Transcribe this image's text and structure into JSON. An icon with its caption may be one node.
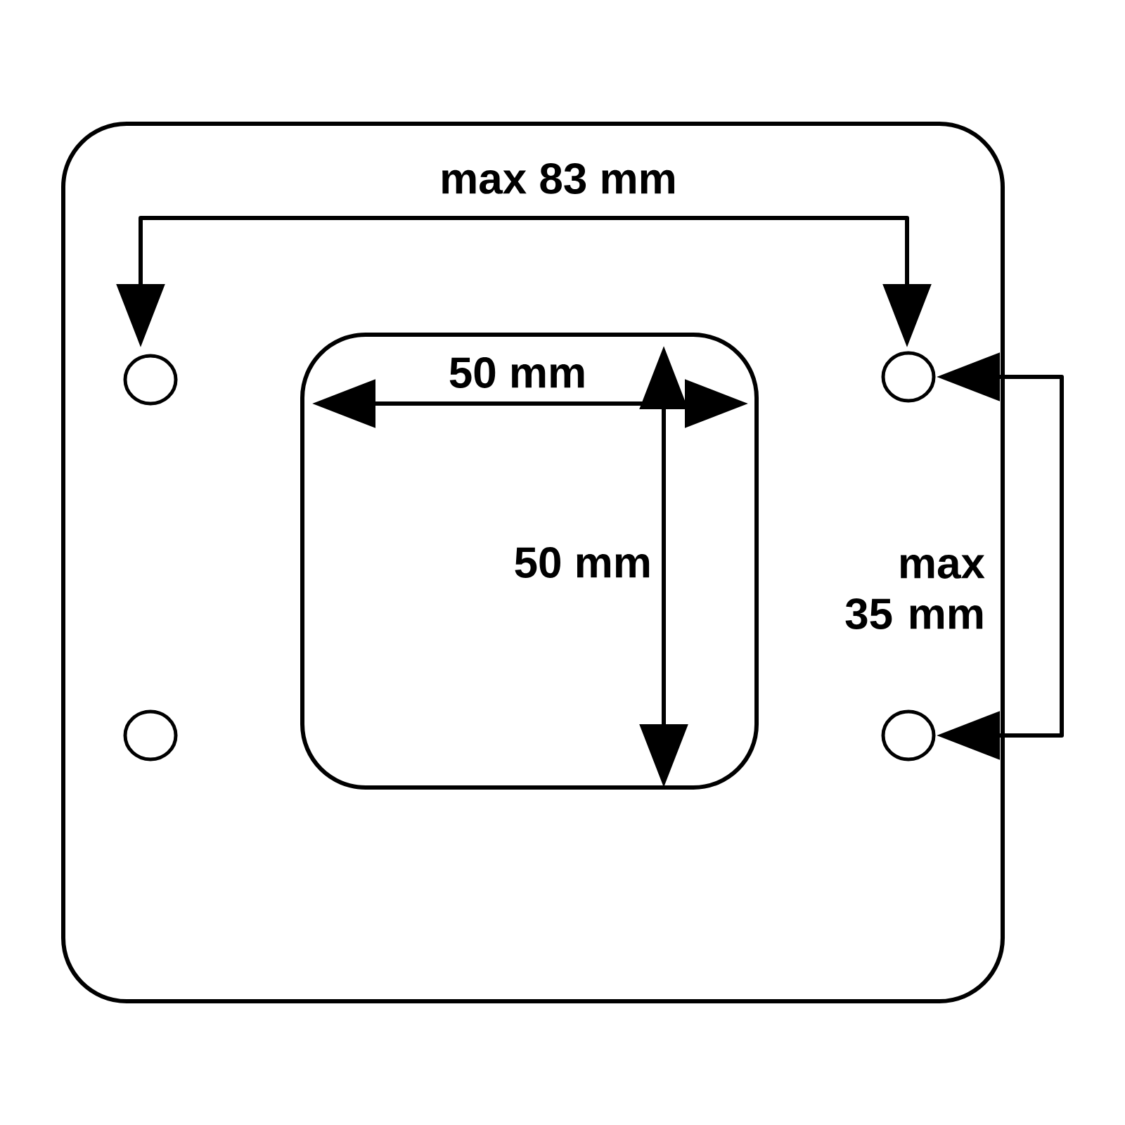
{
  "diagram": {
    "labels": [
      "max 83 mm",
      "50 mm",
      "50 mm",
      "max 35 mm"
    ]
  }
}
